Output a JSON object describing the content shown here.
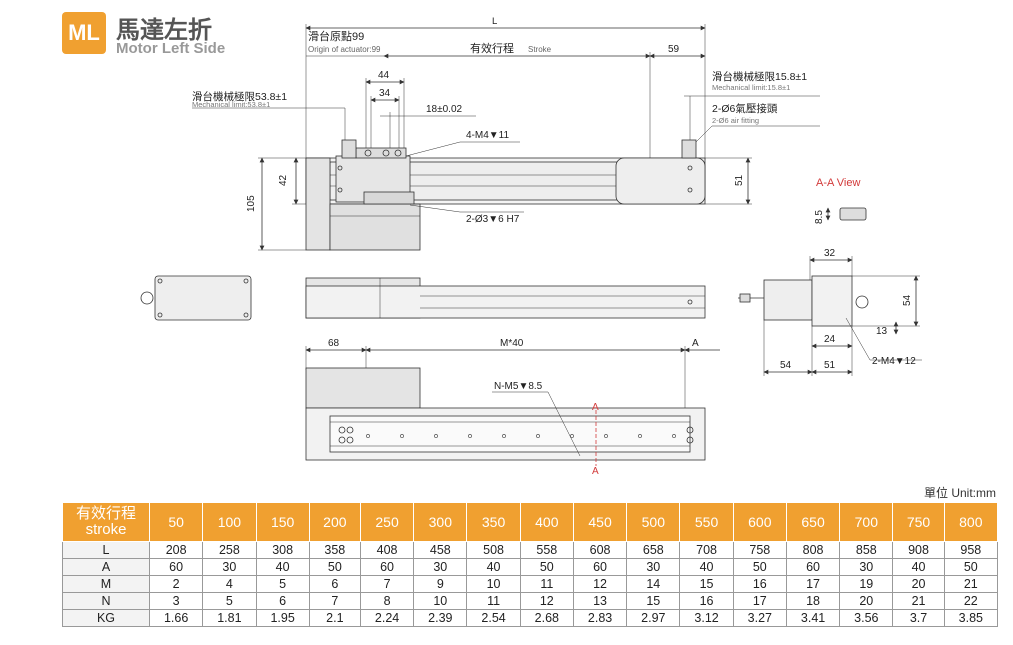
{
  "header": {
    "badge": "ML",
    "title_cn": "馬達左折",
    "title_en": "Motor Left Side"
  },
  "labels": {
    "L": "L",
    "origin_cn": "滑台原點99",
    "origin_en": "Origin of actuator:99",
    "stroke_cn": "有效行程",
    "stroke_en": "Stroke",
    "dim_59": "59",
    "dim_44": "44",
    "dim_34": "34",
    "dim_18": "18±0.02",
    "mech_left_cn": "滑台機械極限53.8±1",
    "mech_left_en": "Mechanical limit:53.8±1",
    "mech_right_cn": "滑台機械極限15.8±1",
    "mech_right_en": "Mechanical limit:15.8±1",
    "air_cn": "2-Ø6氣壓接頭",
    "air_en": "2-Ø6 air fitting",
    "m4": "4-M4▼11",
    "dim_42": "42",
    "dim_105": "105",
    "dim_51": "51",
    "hole_h7": "2-Ø3▼6 H7",
    "aa_view": "A-A View",
    "dim_85": "8.5",
    "dim_32": "32",
    "dim_54v": "54",
    "dim_13": "13",
    "dim_24": "24",
    "m4_12": "2-M4▼12",
    "dim_54h": "54",
    "dim_51b": "51",
    "dim_68": "68",
    "m40": "M*40",
    "A": "A",
    "nm5": "N-M5▼8.5",
    "a_mark": "A"
  },
  "unit": "單位 Unit:mm",
  "table": {
    "header_cn": "有效行程",
    "header_en": "stroke",
    "strokes": [
      "50",
      "100",
      "150",
      "200",
      "250",
      "300",
      "350",
      "400",
      "450",
      "500",
      "550",
      "600",
      "650",
      "700",
      "750",
      "800"
    ],
    "rows": [
      {
        "label": "L",
        "values": [
          "208",
          "258",
          "308",
          "358",
          "408",
          "458",
          "508",
          "558",
          "608",
          "658",
          "708",
          "758",
          "808",
          "858",
          "908",
          "958"
        ]
      },
      {
        "label": "A",
        "values": [
          "60",
          "30",
          "40",
          "50",
          "60",
          "30",
          "40",
          "50",
          "60",
          "30",
          "40",
          "50",
          "60",
          "30",
          "40",
          "50"
        ]
      },
      {
        "label": "M",
        "values": [
          "2",
          "4",
          "5",
          "6",
          "7",
          "9",
          "10",
          "11",
          "12",
          "14",
          "15",
          "16",
          "17",
          "19",
          "20",
          "21"
        ]
      },
      {
        "label": "N",
        "values": [
          "3",
          "5",
          "6",
          "7",
          "8",
          "10",
          "11",
          "12",
          "13",
          "15",
          "16",
          "17",
          "18",
          "20",
          "21",
          "22"
        ]
      },
      {
        "label": "KG",
        "values": [
          "1.66",
          "1.81",
          "1.95",
          "2.1",
          "2.24",
          "2.39",
          "2.54",
          "2.68",
          "2.83",
          "2.97",
          "3.12",
          "3.27",
          "3.41",
          "3.56",
          "3.7",
          "3.85"
        ]
      }
    ]
  },
  "colors": {
    "accent": "#f0a030",
    "red": "#d23a3a"
  }
}
